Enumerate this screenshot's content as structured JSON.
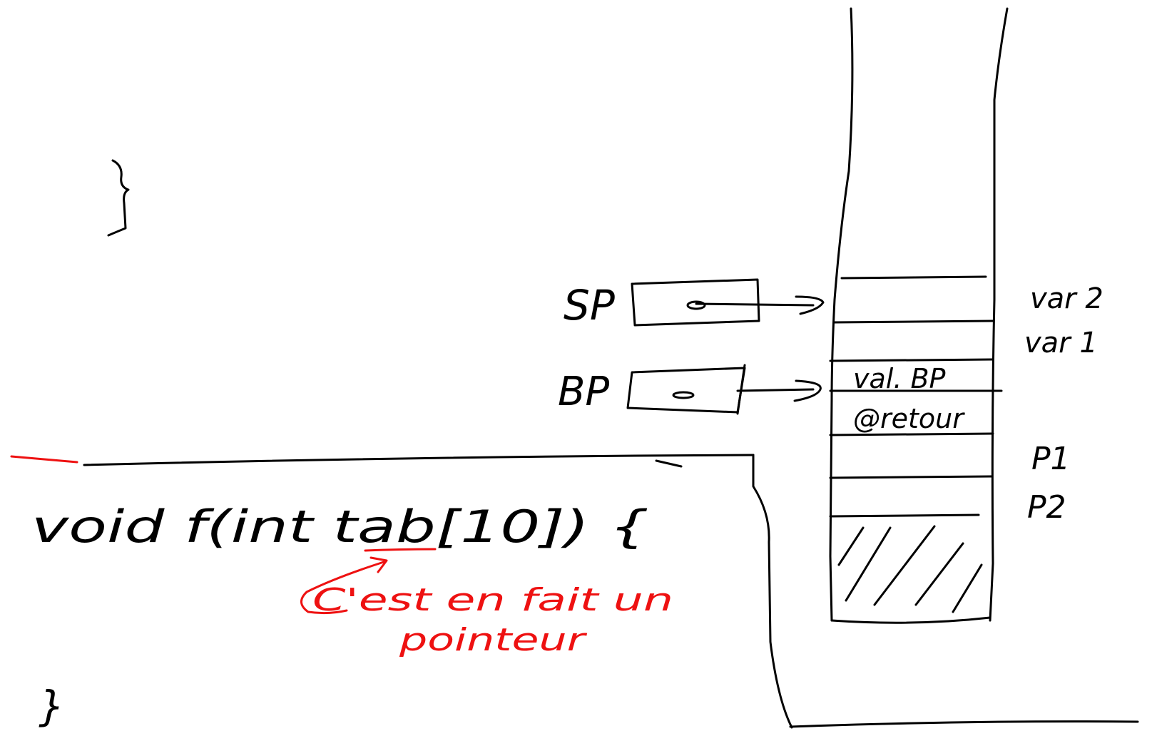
{
  "colors": {
    "ink": "#000000",
    "annotation": "#ee1111",
    "background": "#ffffff"
  },
  "code": {
    "text": "void f(int tab[10]) {",
    "closing_brace": "}",
    "top_brace": "}"
  },
  "annotation": {
    "line1": "C'est en fait un",
    "line2": "pointeur"
  },
  "registers": {
    "sp_label": "SP",
    "bp_label": "BP"
  },
  "stack": {
    "var2": "var 2",
    "var1": "var 1",
    "saved_bp": "val. BP",
    "return_address": "@retour",
    "p1": "P1",
    "p2": "P2"
  }
}
